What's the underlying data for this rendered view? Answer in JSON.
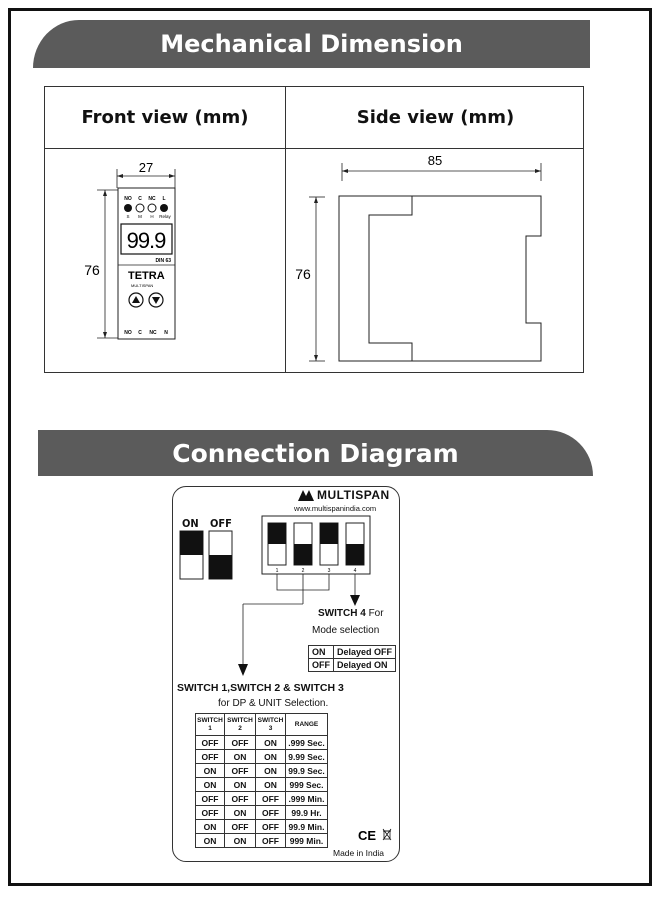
{
  "sections": {
    "mechanical_title": "Mechanical Dimension",
    "connection_title": "Connection Diagram"
  },
  "dimension_table": {
    "front_header": "Front view (mm)",
    "side_header": "Side view (mm)",
    "front_width": "27",
    "front_height": "76",
    "side_width": "85",
    "side_height": "76"
  },
  "device": {
    "top_terminals": [
      "NO",
      "C",
      "NC",
      "L"
    ],
    "led_labels": [
      "S",
      "M",
      "H",
      "Relay"
    ],
    "display_value": "99.9",
    "model": "DIN 63",
    "brand_logo": "TETRA",
    "brand_sub": "MULTISPAN",
    "bottom_terminals": [
      "NO",
      "C",
      "NC",
      "N"
    ],
    "button_icons": [
      "up-arrow-icon",
      "down-arrow-icon"
    ]
  },
  "label_card": {
    "brand": "MULTISPAN",
    "url": "www.multispanindia.com",
    "legend_on": "ON",
    "legend_off": "OFF",
    "switch_numbers": [
      "1",
      "2",
      "3",
      "4"
    ],
    "switch4_title": "SWITCH 4",
    "switch4_for": "For",
    "switch4_desc": "Mode selection",
    "mode_table": [
      {
        "state": "ON",
        "mode": "Delayed OFF"
      },
      {
        "state": "OFF",
        "mode": "Delayed ON"
      }
    ],
    "switch123_title": "SWITCH 1,SWITCH 2 & SWITCH 3",
    "switch123_desc": "for DP & UNIT Selection.",
    "range_headers": [
      "SWITCH 1",
      "SWITCH 2",
      "SWITCH 3",
      "RANGE"
    ],
    "range_rows": [
      [
        "OFF",
        "OFF",
        "ON",
        ".999 Sec."
      ],
      [
        "OFF",
        "ON",
        "ON",
        "9.99 Sec."
      ],
      [
        "ON",
        "OFF",
        "ON",
        "99.9 Sec."
      ],
      [
        "ON",
        "ON",
        "ON",
        "999 Sec."
      ],
      [
        "OFF",
        "OFF",
        "OFF",
        ".999 Min."
      ],
      [
        "OFF",
        "ON",
        "OFF",
        "99.9 Hr."
      ],
      [
        "ON",
        "OFF",
        "OFF",
        "99.9 Min."
      ],
      [
        "ON",
        "ON",
        "OFF",
        "999 Min."
      ]
    ],
    "certification": "CE",
    "made_in": "Made in India"
  }
}
